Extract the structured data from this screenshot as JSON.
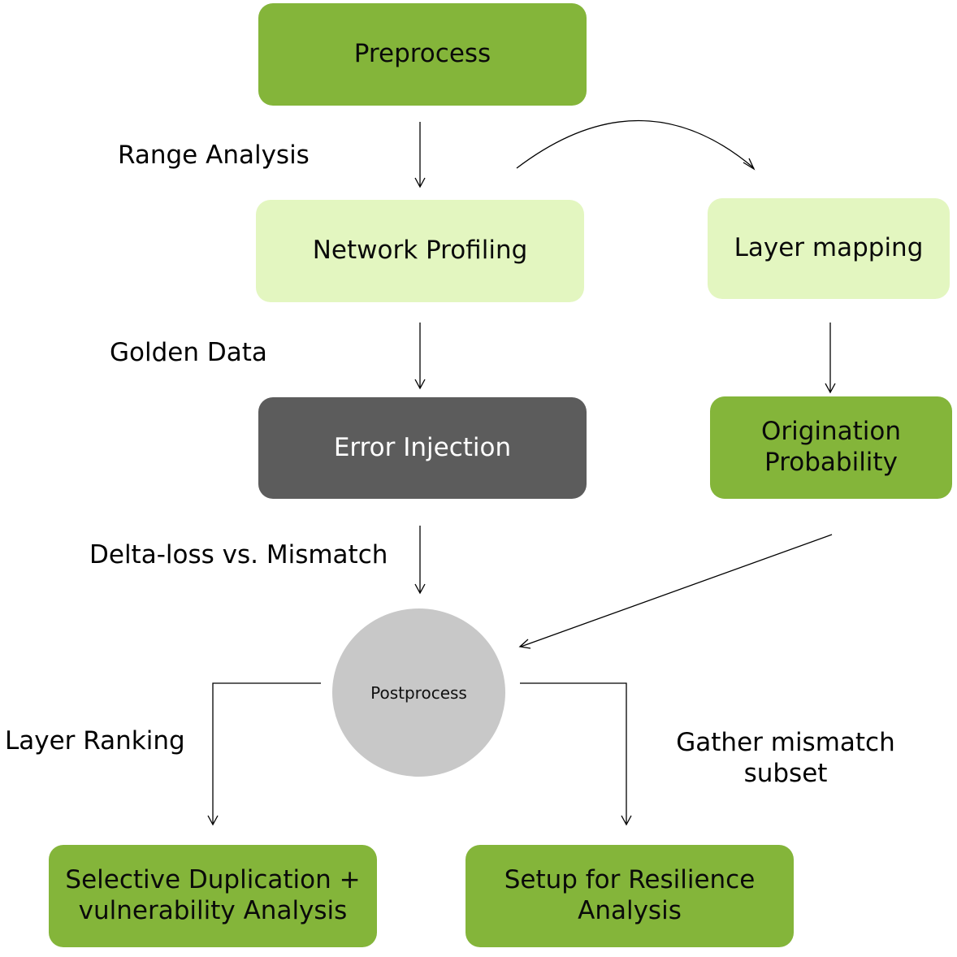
{
  "nodes": {
    "preprocess": "Preprocess",
    "network_profiling": "Network Profiling",
    "layer_mapping": "Layer mapping",
    "error_injection": "Error Injection",
    "origination_probability": "Origination\nProbability",
    "postprocess": "Postprocess",
    "selective_duplication": "Selective Duplication +\nvulnerability Analysis",
    "setup_resilience": "Setup for Resilience\nAnalysis"
  },
  "edge_labels": {
    "range_analysis": "Range Analysis",
    "golden_data": "Golden Data",
    "delta_loss": "Delta-loss vs. Mismatch",
    "layer_ranking": "Layer Ranking",
    "gather_mismatch": "Gather mismatch\nsubset"
  },
  "colors": {
    "dark_green": "#84b53a",
    "light_green": "#e3f6c0",
    "dark_gray": "#5c5c5c",
    "circle_gray": "#c8c8c8"
  }
}
